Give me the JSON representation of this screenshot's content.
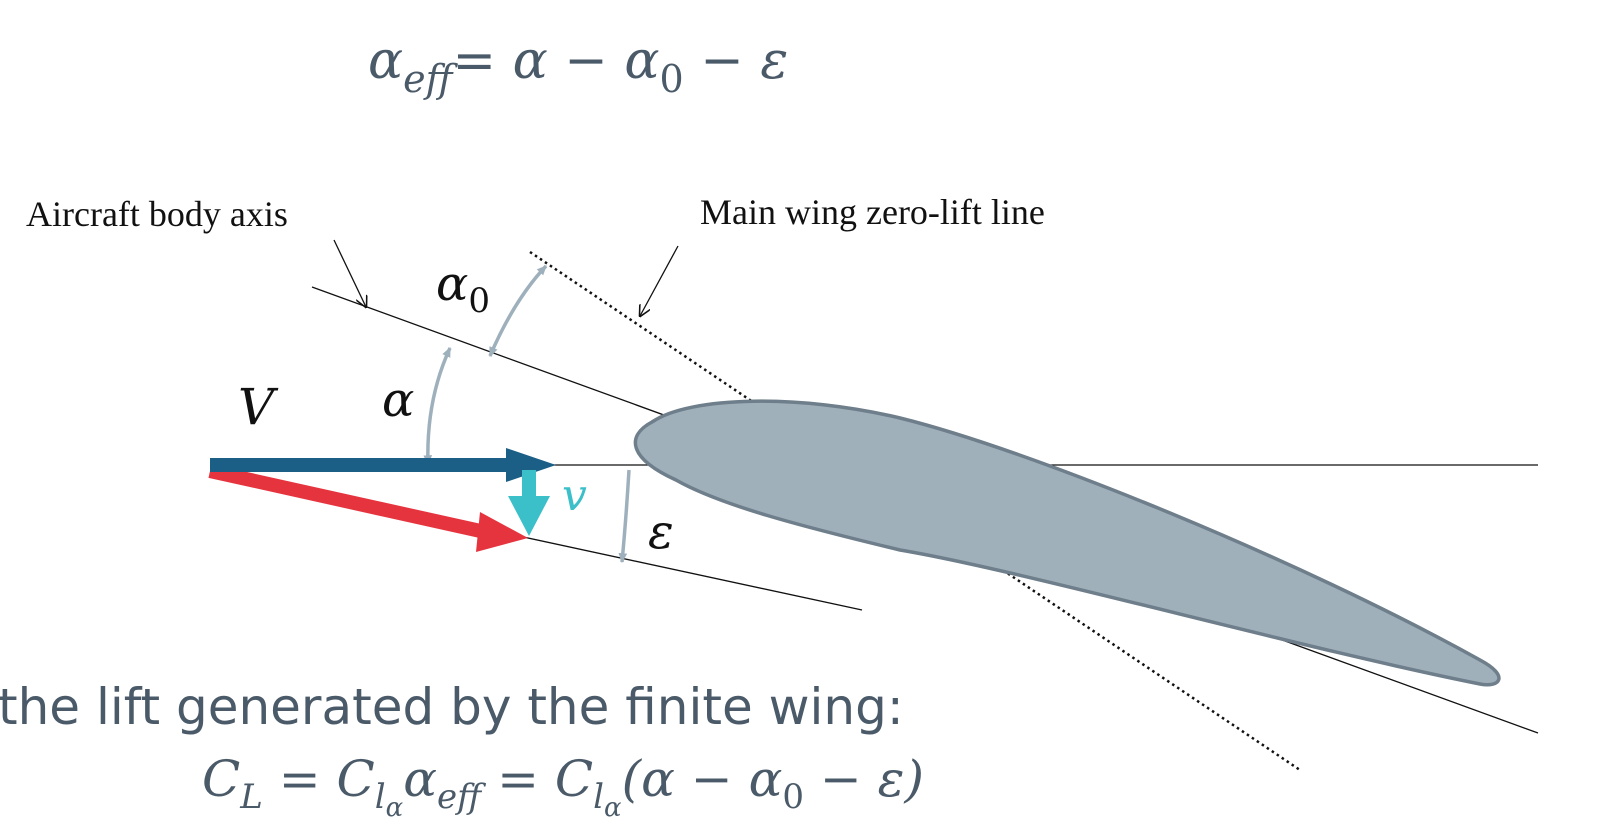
{
  "equations": {
    "top_lhs_symbol": "α",
    "top_lhs_subscript": "eff",
    "top_rhs": "= α − α",
    "top_rhs_sub": "0",
    "top_rhs_tail": " − ε",
    "bottom_intro": "the lift generated by the finite wing:",
    "bottom_cl": "C",
    "bottom_cl_sub": "L",
    "bottom_eq1": " = C",
    "bottom_cla_sub": "l",
    "bottom_cla_subsub": "α",
    "bottom_aeff": "α",
    "bottom_aeff_sub": "eff",
    "bottom_eq2": " = C",
    "bottom_cla2_sub": "l",
    "bottom_cla2_subsub": "α",
    "bottom_paren": "(α − α",
    "bottom_paren_sub": "0",
    "bottom_paren_tail": " − ε)"
  },
  "labels": {
    "body_axis": "Aircraft body axis",
    "zero_lift_line": "Main wing zero-lift line",
    "velocity": "V",
    "downwash": "v",
    "alpha": "α",
    "alpha0_symbol": "α",
    "alpha0_sub": "0",
    "epsilon": "ε"
  },
  "colors": {
    "equation_text": "#4a5a68",
    "freestream_arrow": "#1b5f86",
    "relative_wind_arrow": "#e6343f",
    "downwash_arrow": "#3bbfc8",
    "angle_arc": "#9fb0bd",
    "airfoil_fill": "#a0b0bb",
    "airfoil_stroke": "#6e7e8a"
  }
}
